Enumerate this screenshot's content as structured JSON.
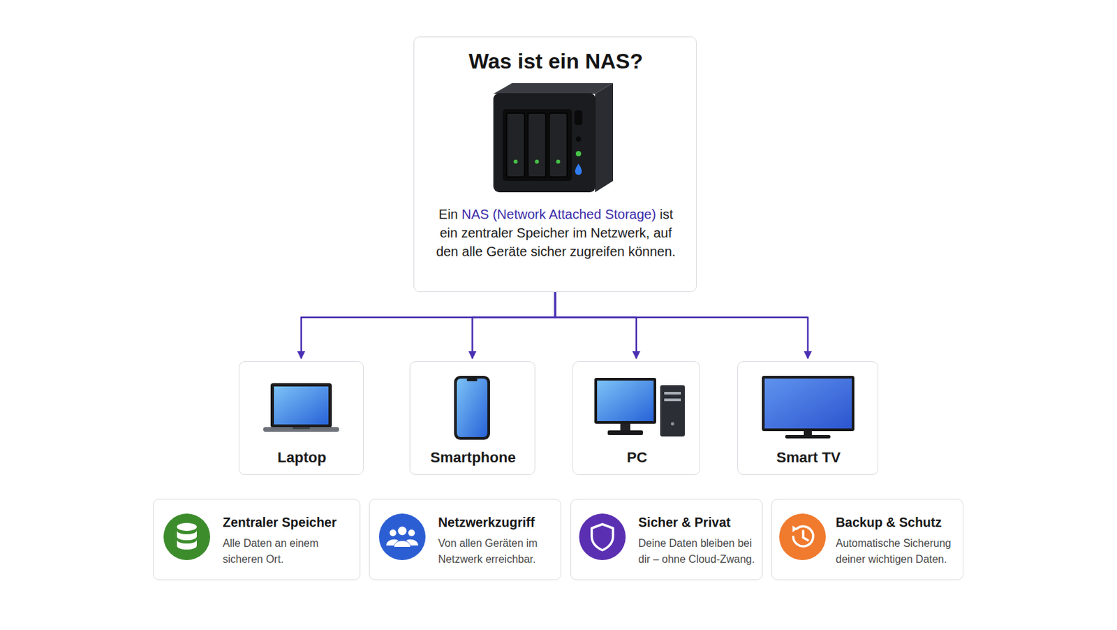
{
  "diagram": {
    "nodes": [
      {
        "text": [
          "Was ist ein NAS?",
          "Ein NAS (Network Attached Storage) ist ein zentraler Speicher im Netzwerk, auf den alle Geräte sicher zugreifen können."
        ]
      },
      {
        "text": [
          "Laptop"
        ]
      },
      {
        "text": [
          "Smartphone"
        ]
      },
      {
        "text": [
          "PC"
        ]
      },
      {
        "text": [
          "Smart TV"
        ]
      },
      {
        "text": [
          "Zentraler Speicher",
          "Alle Daten an einem sicheren Ort."
        ]
      },
      {
        "text": [
          "Netzwerkzugriff",
          "Von allen Geräten im Netzwerk erreichbar."
        ]
      },
      {
        "text": [
          "Sicher & Privat",
          "Deine Daten bleiben bei dir – ohne Cloud-Zwang."
        ]
      },
      {
        "text": [
          "Backup & Schutz",
          "Automatische Sicherung deiner wichtigen Daten."
        ]
      }
    ],
    "edges": [
      {
        "from": 0,
        "to": 1,
        "arrow": "to"
      },
      {
        "from": 0,
        "to": 2,
        "arrow": "to"
      },
      {
        "from": 0,
        "to": 3,
        "arrow": "to"
      },
      {
        "from": 0,
        "to": 4,
        "arrow": "to"
      }
    ]
  }
}
